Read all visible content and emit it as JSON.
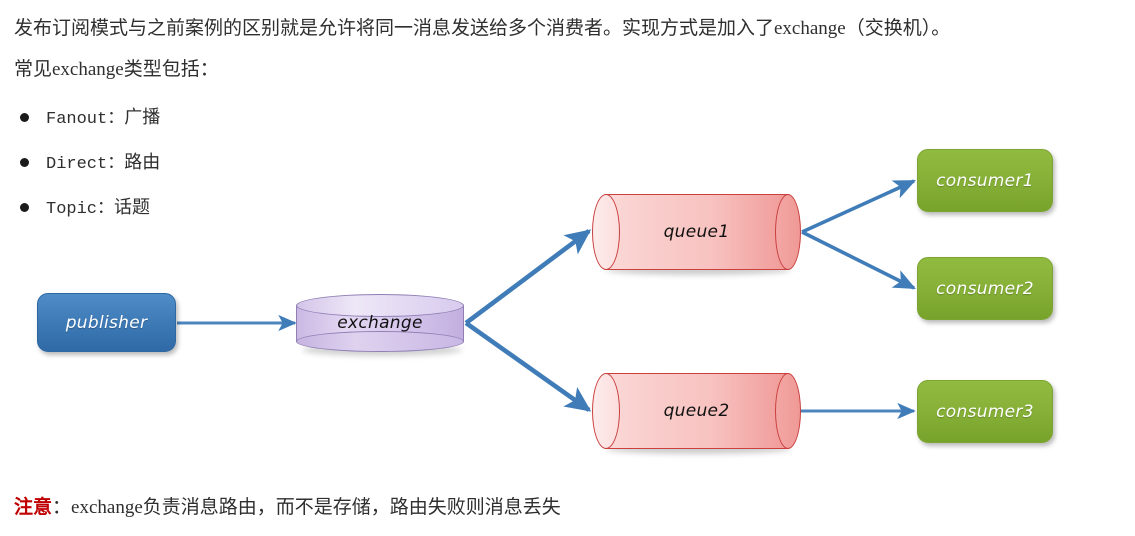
{
  "prose": {
    "paragraph1": "发布订阅模式与之前案例的区别就是允许将同一消息发送给多个消费者。实现方式是加入了exchange（交换机）。",
    "paragraph2": "常见exchange类型包括：",
    "bullets": [
      {
        "en": "Fanout：",
        "cn": "广播"
      },
      {
        "en": "Direct：",
        "cn": "路由"
      },
      {
        "en": "Topic：",
        "cn": "话题"
      }
    ]
  },
  "note": {
    "warn_label": "注意",
    "text": "：exchange负责消息路由，而不是存储，路由失败则消息丢失"
  },
  "diagram": {
    "publisher": {
      "label": "publisher"
    },
    "exchange": {
      "label": "exchange"
    },
    "queues": [
      {
        "label": "queue1"
      },
      {
        "label": "queue2"
      }
    ],
    "consumers": [
      {
        "label": "consumer1"
      },
      {
        "label": "consumer2"
      },
      {
        "label": "consumer3"
      }
    ],
    "colors": {
      "publisher": "#3f7cb8",
      "exchange": "#d6c7ec",
      "queue": "#f7c2c0",
      "consumer": "#86b037",
      "arrow": "#3f7cb8",
      "note_warn": "#c00000"
    }
  }
}
